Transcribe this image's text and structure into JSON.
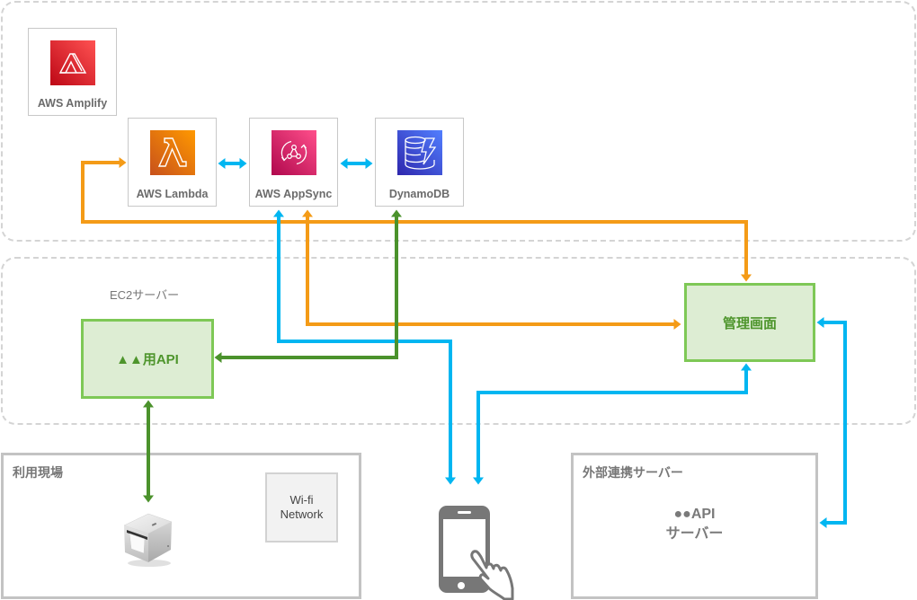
{
  "colors": {
    "orange": "#f49b17",
    "blue": "#00b6f1",
    "green": "#4b922c",
    "box_border_green": "#7ec856",
    "box_fill_green": "#ddedd3"
  },
  "services": [
    {
      "id": "amplify",
      "label": "AWS Amplify",
      "icon": "aws-amplify-icon"
    },
    {
      "id": "lambda",
      "label": "AWS Lambda",
      "icon": "aws-lambda-icon"
    },
    {
      "id": "appsync",
      "label": "AWS AppSync",
      "icon": "aws-appsync-icon"
    },
    {
      "id": "dynamodb",
      "label": "DynamoDB",
      "icon": "dynamodb-icon"
    }
  ],
  "ec2": {
    "label": "EC2サーバー",
    "api_box": "▲▲用API",
    "admin_box": "管理画面"
  },
  "site": {
    "title": "利用現場",
    "wifi": [
      "Wi-fi",
      "Network"
    ],
    "device": "receipt-printer-icon"
  },
  "smartphone": {
    "icon": "smartphone-touch-icon"
  },
  "external": {
    "title": "外部連携サーバー",
    "server_lines": [
      "●●API",
      "サーバー"
    ]
  },
  "connections": [
    {
      "from": "AWS Lambda",
      "to": "管理画面",
      "color": "orange",
      "bidirectional": true
    },
    {
      "from": "AWS AppSync",
      "to": "管理画面",
      "color": "orange",
      "bidirectional": true
    },
    {
      "from": "AWS Lambda",
      "to": "AWS AppSync",
      "color": "blue",
      "bidirectional": true
    },
    {
      "from": "AWS AppSync",
      "to": "DynamoDB",
      "color": "blue",
      "bidirectional": true
    },
    {
      "from": "AWS AppSync",
      "to": "smartphone",
      "color": "blue",
      "bidirectional": true
    },
    {
      "from": "管理画面",
      "to": "smartphone",
      "color": "blue",
      "bidirectional": true
    },
    {
      "from": "管理画面",
      "to": "●●APIサーバー",
      "color": "blue",
      "bidirectional": true
    },
    {
      "from": "DynamoDB",
      "to": "▲▲用API",
      "color": "green",
      "bidirectional": true
    },
    {
      "from": "▲▲用API",
      "to": "printer",
      "color": "green",
      "bidirectional": true
    }
  ]
}
